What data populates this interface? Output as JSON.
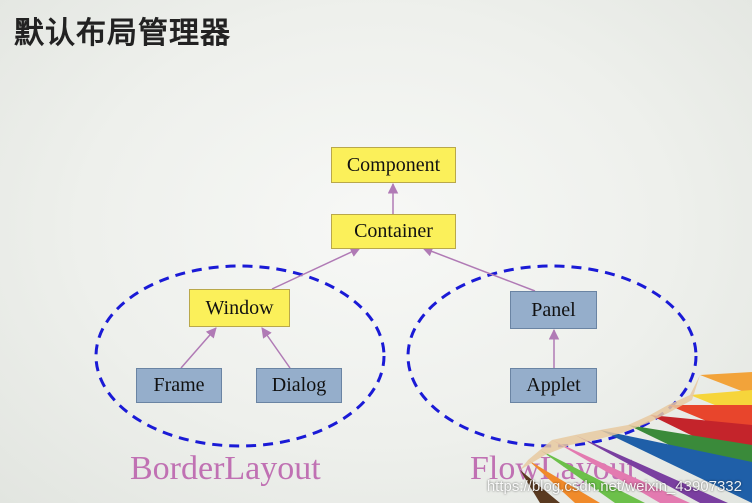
{
  "title": "默认布局管理器",
  "nodes": {
    "component": "Component",
    "container": "Container",
    "window": "Window",
    "frame": "Frame",
    "dialog": "Dialog",
    "panel": "Panel",
    "applet": "Applet"
  },
  "groups": {
    "left": "BorderLayout",
    "right": "FlowLayout"
  },
  "watermark": "https://blog.csdn.net/weixin_43907332",
  "colors": {
    "node_yellow": "#fbf05a",
    "node_blue": "#95aecb",
    "arrow": "#b07ab5",
    "ellipse_border": "#1a1ad6",
    "group_label": "#c071b3"
  }
}
